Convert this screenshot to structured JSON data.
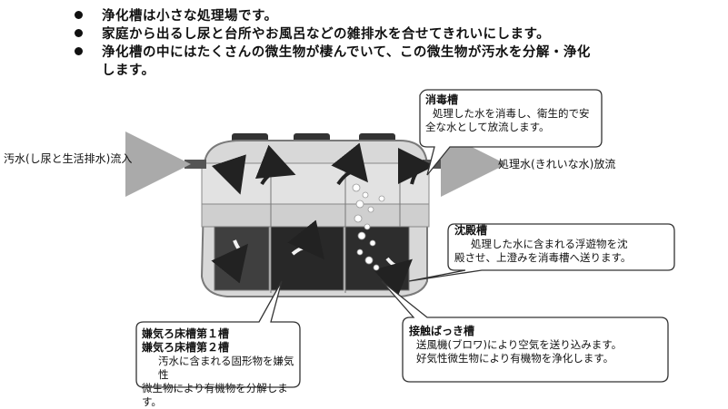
{
  "bullets": [
    {
      "text": "浄化槽は小さな処理場です。"
    },
    {
      "text": "家庭から出るし尿と台所やお風呂などの雑排水を合せてきれいにします。"
    },
    {
      "text": "浄化槽の中にはたくさんの微生物が棲んでいて、この微生物が汚水を分解・浄化"
    },
    {
      "text": "します。"
    }
  ],
  "flows": {
    "inlet": "汚水(し尿と生活排水)流入",
    "outlet": "処理水(きれいな水)放流"
  },
  "callouts": {
    "disinfection": {
      "title": "消毒槽",
      "line1": "処理した水を消毒し、衛生的で安",
      "line2": "全な水として放流します。"
    },
    "sedimentation": {
      "title": "沈殿槽",
      "line1": "処理した水に含まれる浮遊物を沈",
      "line2": "殿させ、上澄みを消毒槽へ送ります。"
    },
    "anaerobic": {
      "title1": "嫌気ろ床槽第１槽",
      "title2": "嫌気ろ床槽第２槽",
      "line1": "汚水に含まれる固形物を嫌気性",
      "line2": "微生物により有機物を分解します。"
    },
    "contact_aeration": {
      "title": "接触ばっき槽",
      "line1": "送風機(ブロワ)により空気を送り込みます。",
      "line2": "好気性微生物により有機物を浄化します。"
    }
  }
}
